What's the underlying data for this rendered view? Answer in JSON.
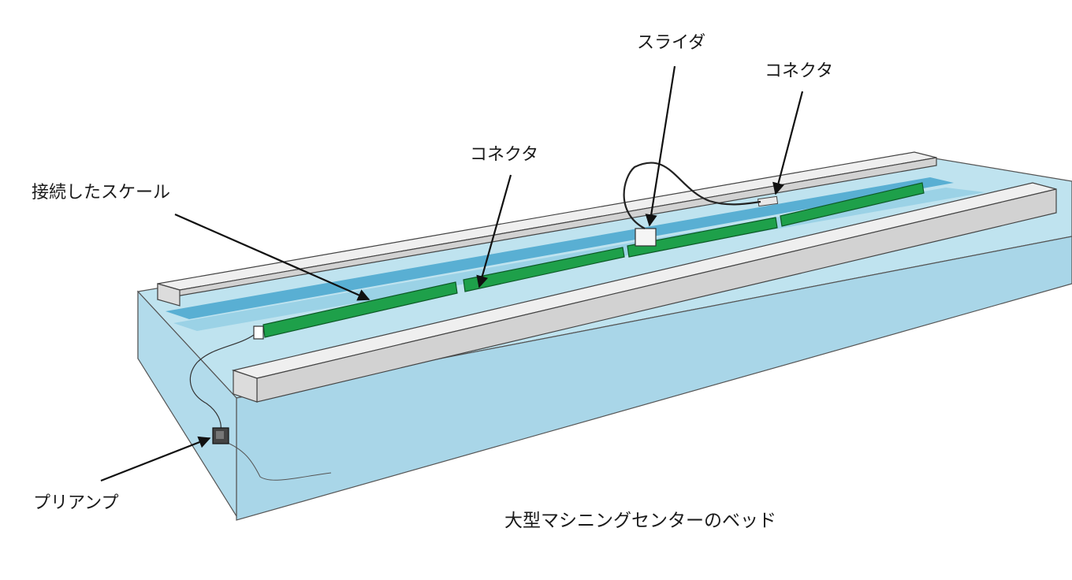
{
  "labels": {
    "slider": "スライダ",
    "connector_right": "コネクタ",
    "connector_middle": "コネクタ",
    "connected_scale": "接続したスケール",
    "preamp": "プリアンプ"
  },
  "caption": "大型マシニングセンターのベッド",
  "colors": {
    "bed_face": "#b9dfec",
    "bed_side": "#a8d4e6",
    "rail_top": "#eeeeee",
    "rail_side": "#d0d0d0",
    "groove_stripe": "#4fa6cc",
    "scale_green": "#1ea04a",
    "scale_dark": "#0d6a2e",
    "outline": "#333333",
    "arrow": "#111111"
  }
}
